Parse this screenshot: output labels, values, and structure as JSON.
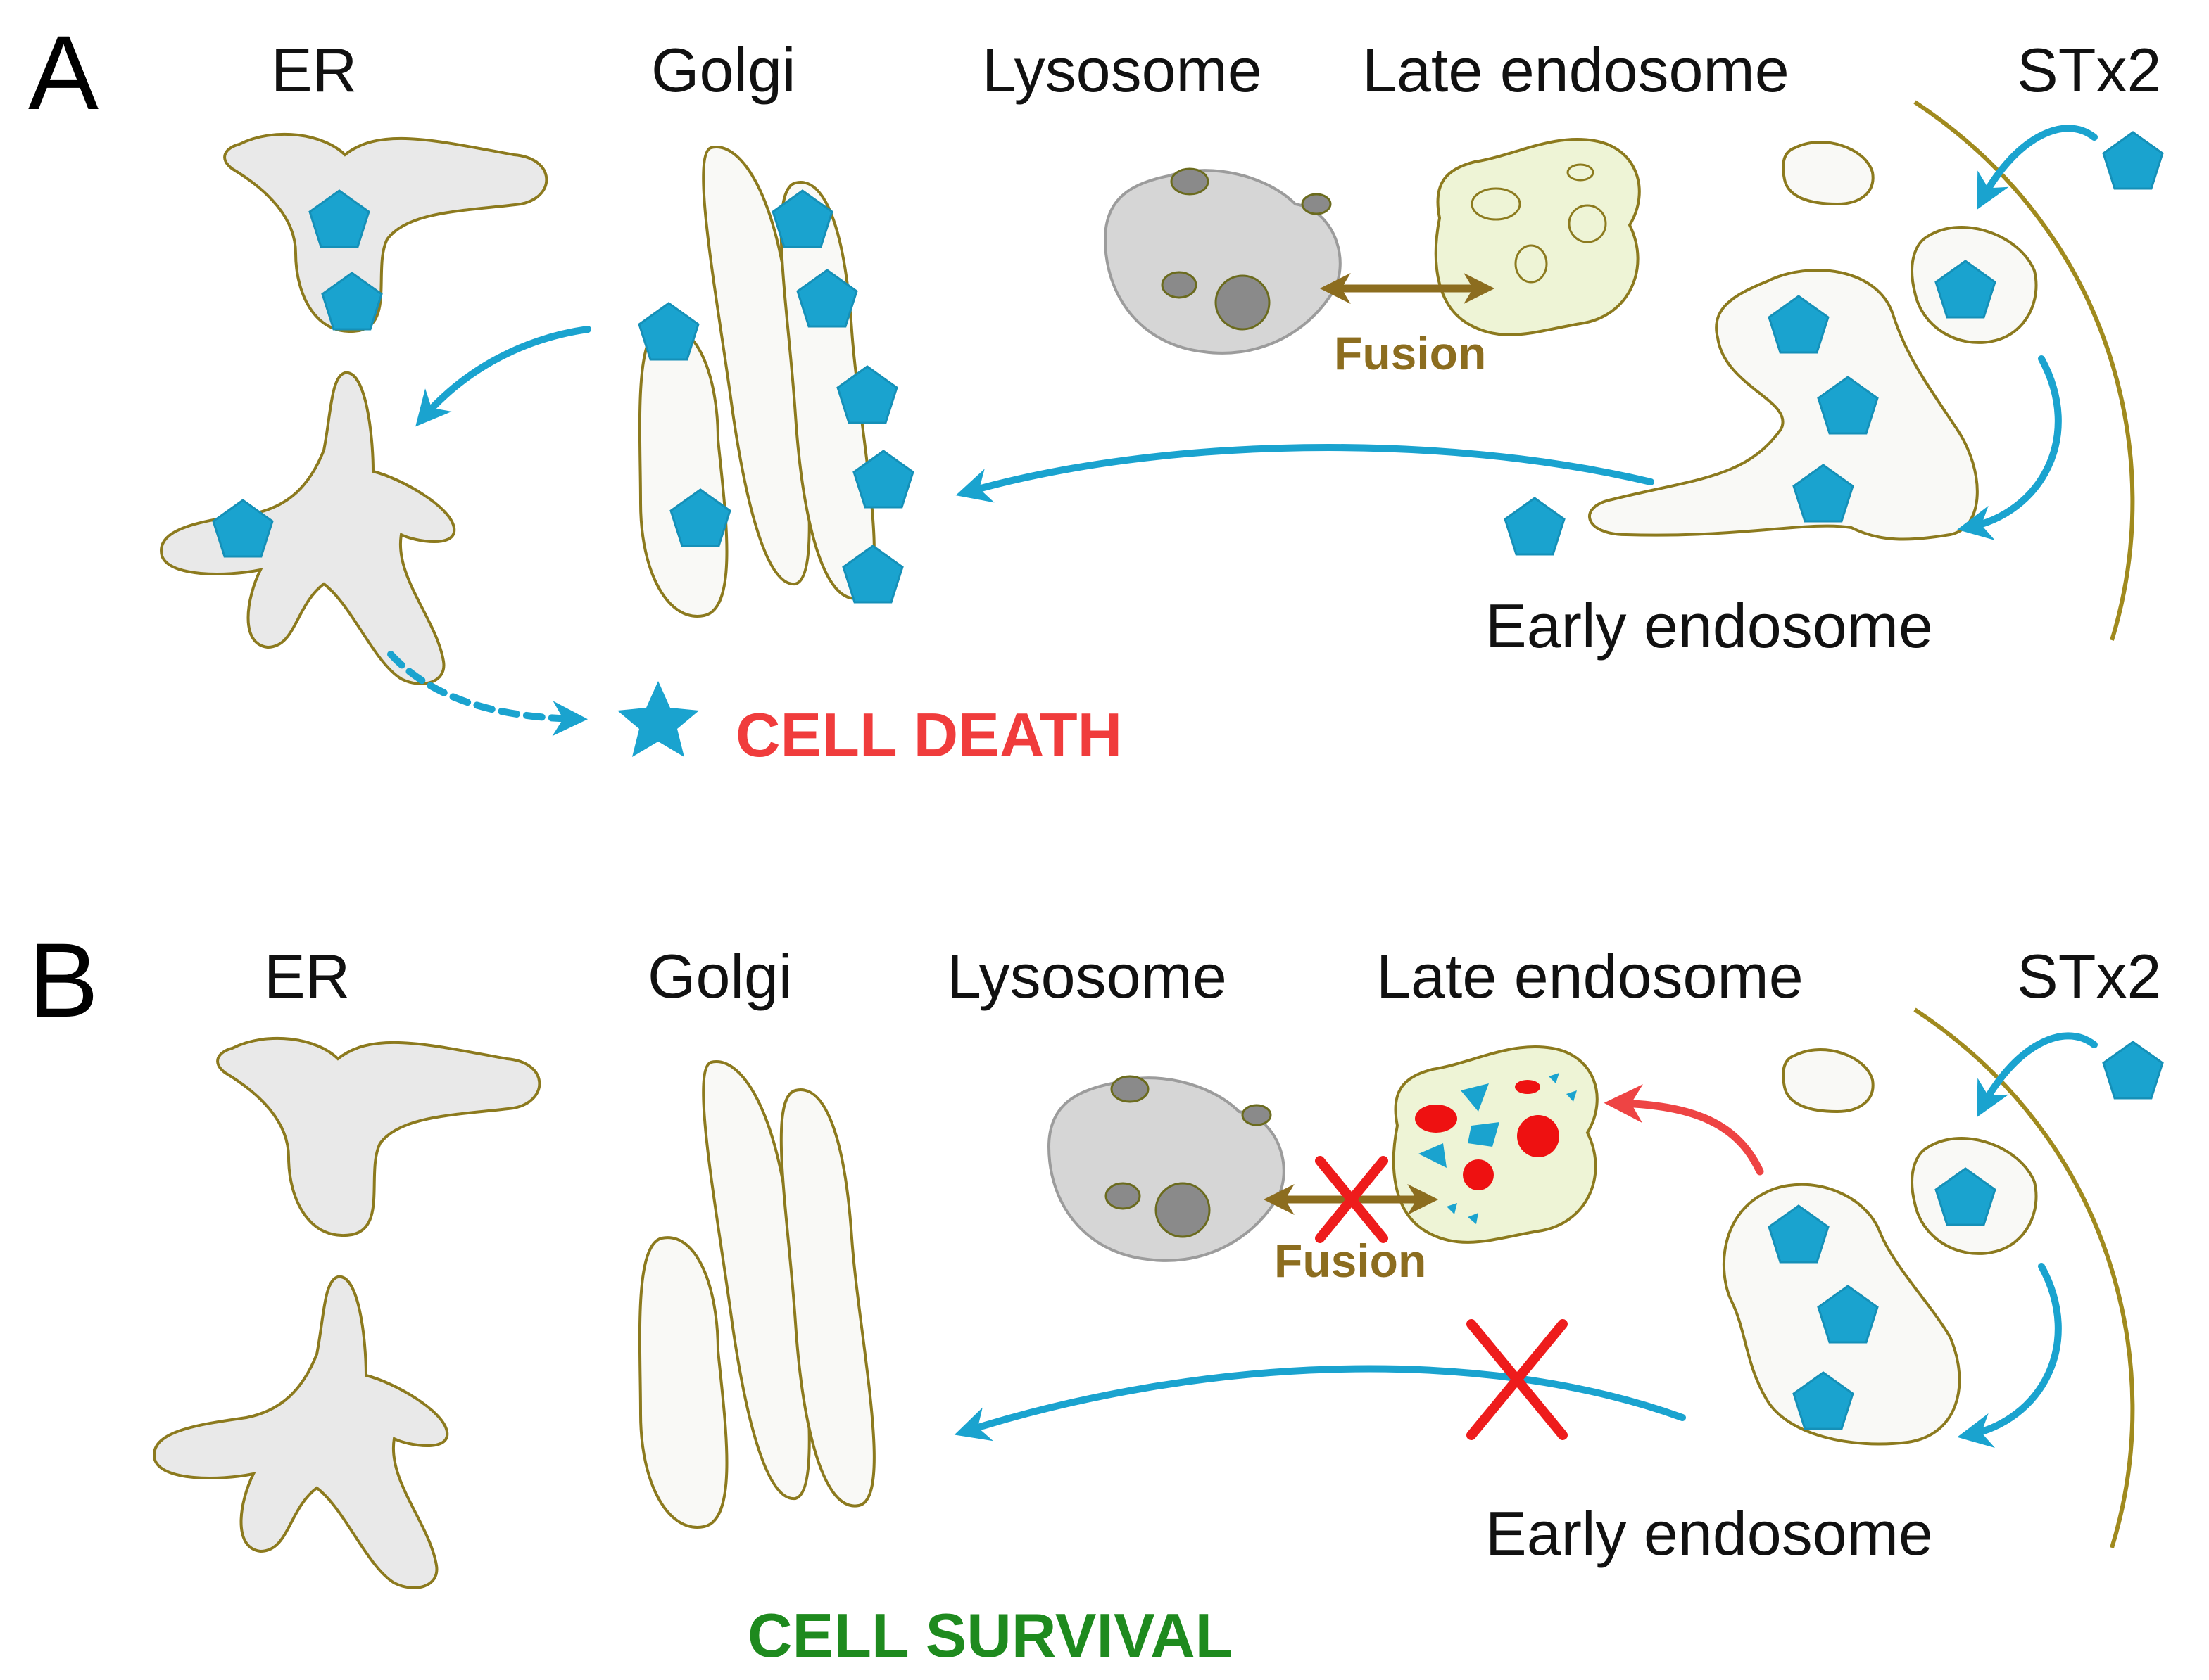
{
  "panel_a": {
    "letter": "A",
    "labels": {
      "er": "ER",
      "golgi": "Golgi",
      "lysosome": "Lysosome",
      "late_endosome": "Late endosome",
      "stx2": "STx2",
      "early_endosome": "Early endosome",
      "fusion": "Fusion"
    },
    "outcome": "CELL DEATH"
  },
  "panel_b": {
    "letter": "B",
    "labels": {
      "er": "ER",
      "golgi": "Golgi",
      "lysosome": "Lysosome",
      "late_endosome": "Late endosome",
      "stx2": "STx2",
      "early_endosome": "Early endosome",
      "fusion": "Fusion"
    },
    "outcome": "CELL SURVIVAL"
  },
  "colors": {
    "toxin": "#1aa3cf",
    "membrane": "#8c7a1e",
    "fusion": "#8c6d1f",
    "blocked": "#ee1c1c",
    "cell_death": "#f03c3c",
    "cell_survival": "#1e8a1e"
  }
}
